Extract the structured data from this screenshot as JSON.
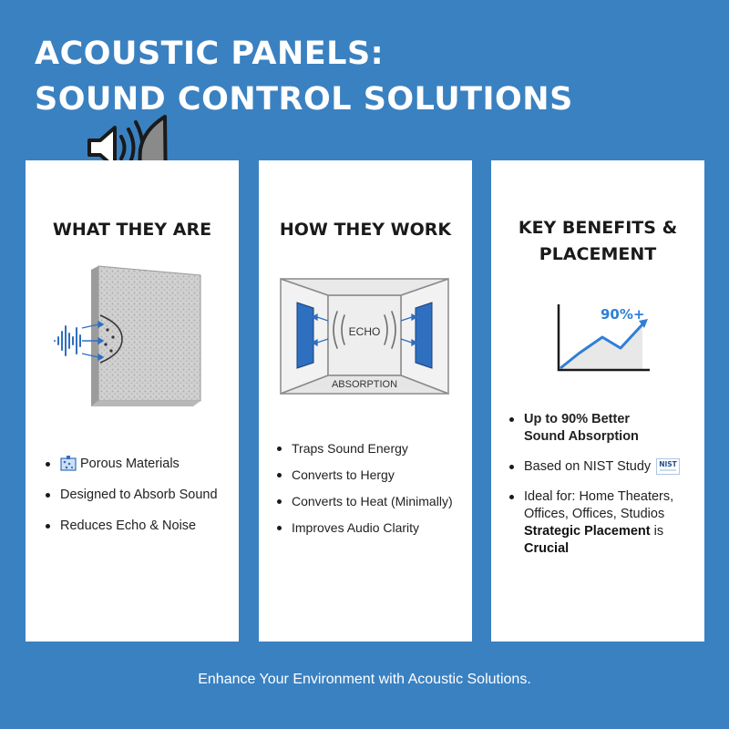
{
  "title": {
    "line1": "ACOUSTIC PANELS:",
    "line2": "SOUND CONTROL SOLUTIONS"
  },
  "colors": {
    "background": "#3a81c1",
    "card": "#ffffff",
    "accent_blue": "#2f6fc0",
    "title_text": "#ffffff"
  },
  "icons": {
    "header": "speaker-with-panel-icon"
  },
  "cards": [
    {
      "title": "WHAT THEY ARE",
      "illustration": "foam-panel-sound-wave",
      "bullets": [
        {
          "text": "Porous Materials",
          "icon": "porous-material-icon"
        },
        {
          "text": "Designed to Absorb Sound"
        },
        {
          "text": "Reduces Echo & Noise"
        }
      ]
    },
    {
      "title": "HOW THEY WORK",
      "illustration": "room-diagram",
      "diagram_labels": {
        "echo": "ECHO",
        "absorption": "ABSORPTION"
      },
      "bullets": [
        {
          "text": "Traps Sound Energy"
        },
        {
          "text": "Converts to Hergy"
        },
        {
          "text": "Converts to Heat (Minimally)"
        },
        {
          "text": "Improves Audio Clarity"
        }
      ]
    },
    {
      "title_line1": "KEY BENEFITS &",
      "title_line2": "PLACEMENT",
      "illustration": "rising-line-graph",
      "graph_label": "90%+",
      "bullets": [
        {
          "line1": "Up to 90% Better",
          "line2": "Sound Absorption"
        },
        {
          "text": "Based on NIST Study",
          "icon": "nist-logo-icon",
          "icon_text": "NIST"
        },
        {
          "line1": "Ideal for: Home Theaters,",
          "line2": "Offices, Offices, Studios",
          "strong1": "Strategic Placement",
          "tail": " is",
          "strong2": "Crucial"
        }
      ]
    }
  ],
  "footer": "Enhance Your Environment with Acoustic Solutions."
}
